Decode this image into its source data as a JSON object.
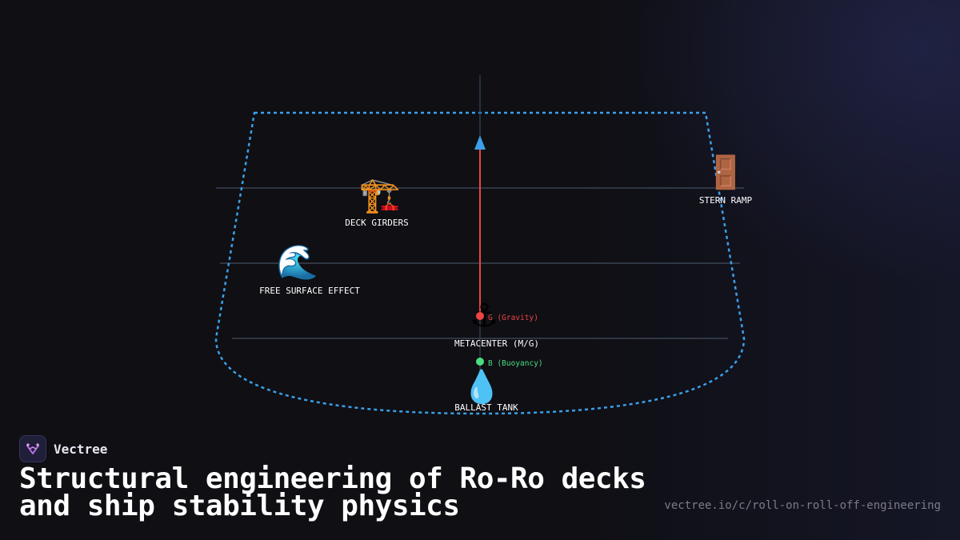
{
  "diagram": {
    "nodes": {
      "deck_girders": {
        "icon": "🏗️",
        "label": "DECK GIRDERS"
      },
      "stern_ramp": {
        "icon": "🚪",
        "label": "STERN RAMP"
      },
      "free_surface": {
        "icon": "🌊",
        "label": "FREE SURFACE EFFECT"
      },
      "metacenter": {
        "icon": "⚓",
        "label": "METACENTER (M/G)"
      },
      "ballast_tank": {
        "icon": "💧",
        "label": "BALLAST TANK"
      }
    },
    "points": {
      "gravity": {
        "label": "G (Gravity)",
        "color": "#ef4444"
      },
      "buoyancy": {
        "label": "B (Buoyancy)",
        "color": "#4ade80"
      }
    },
    "colors": {
      "hull": "#3b9fe8",
      "force_arrow": "#ef4444",
      "arrow_head": "#3b9fe8",
      "deck_line": "#3a4452"
    }
  },
  "branding": {
    "name": "Vectree",
    "title": "Structural engineering of Ro-Ro decks and ship stability physics",
    "url": "vectree.io/c/roll-on-roll-off-engineering"
  }
}
